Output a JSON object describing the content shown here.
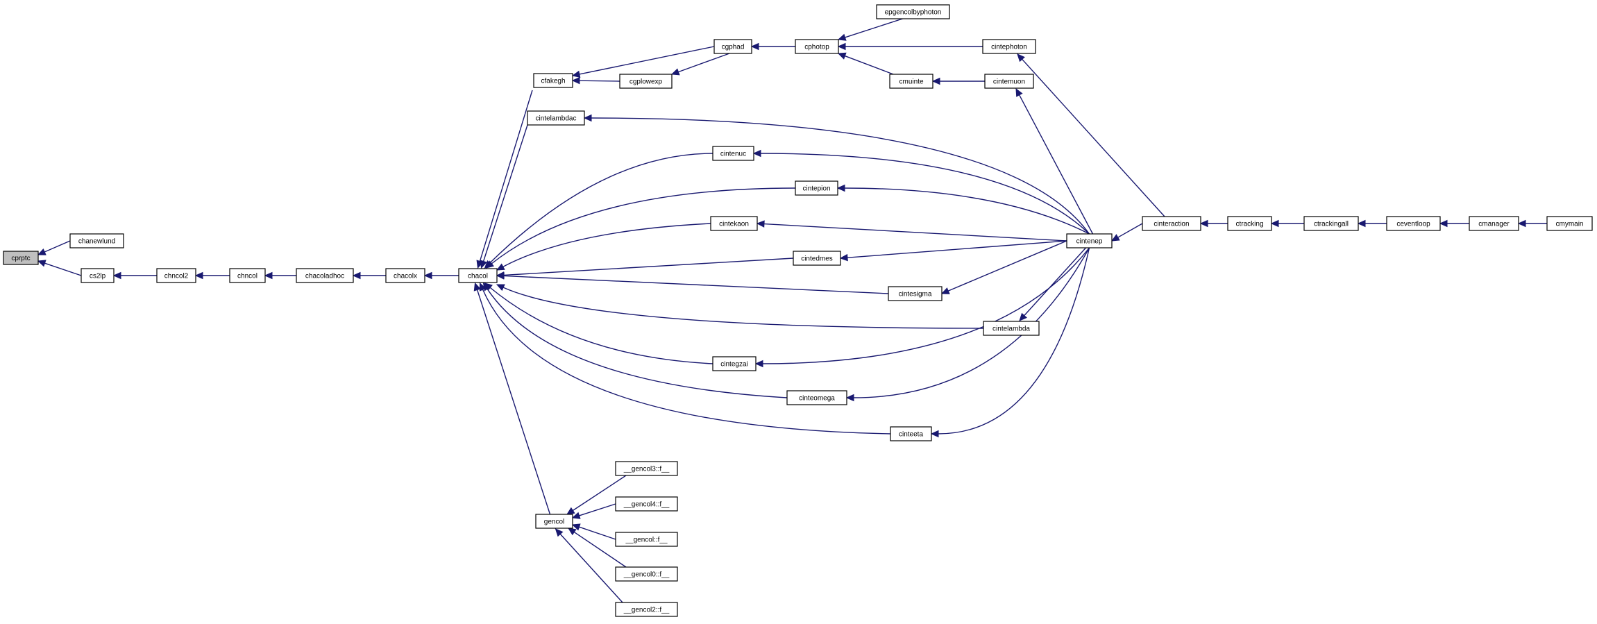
{
  "colors": {
    "edge": "#191970",
    "node_border": "#000000",
    "root_fill": "#bfbfbf",
    "node_fill": "#ffffff"
  },
  "nodes": [
    {
      "id": "cprptc",
      "label": "cprptc",
      "root": true
    },
    {
      "id": "chanewlund",
      "label": "chanewlund"
    },
    {
      "id": "cs2lp",
      "label": "cs2lp"
    },
    {
      "id": "chncol2",
      "label": "chncol2"
    },
    {
      "id": "chncol",
      "label": "chncol"
    },
    {
      "id": "chacoladhoc",
      "label": "chacoladhoc"
    },
    {
      "id": "chacolx",
      "label": "chacolx"
    },
    {
      "id": "chacol",
      "label": "chacol"
    },
    {
      "id": "cfakegh",
      "label": "cfakegh"
    },
    {
      "id": "cintelambdac",
      "label": "cintelambdac"
    },
    {
      "id": "cintenuc",
      "label": "cintenuc"
    },
    {
      "id": "cintepion",
      "label": "cintepion"
    },
    {
      "id": "cintekaon",
      "label": "cintekaon"
    },
    {
      "id": "cintedmes",
      "label": "cintedmes"
    },
    {
      "id": "cintesigma",
      "label": "cintesigma"
    },
    {
      "id": "cintelambda",
      "label": "cintelambda"
    },
    {
      "id": "cintegzai",
      "label": "cintegzai"
    },
    {
      "id": "cinteomega",
      "label": "cinteomega"
    },
    {
      "id": "cinteeta",
      "label": "cinteeta"
    },
    {
      "id": "gencol",
      "label": "gencol"
    },
    {
      "id": "gencol3",
      "label": "__gencol3::f__"
    },
    {
      "id": "gencol4",
      "label": "__gencol4::f__"
    },
    {
      "id": "gencolf",
      "label": "__gencol::f__"
    },
    {
      "id": "gencol0",
      "label": "__gencol0::f__"
    },
    {
      "id": "gencol2",
      "label": "__gencol2::f__"
    },
    {
      "id": "cgphad",
      "label": "cgphad"
    },
    {
      "id": "cgplowexp",
      "label": "cgplowexp"
    },
    {
      "id": "cphotop",
      "label": "cphotop"
    },
    {
      "id": "epgencolbyphoton",
      "label": "epgencolbyphoton"
    },
    {
      "id": "cmuinte",
      "label": "cmuinte"
    },
    {
      "id": "cintephoton",
      "label": "cintephoton"
    },
    {
      "id": "cintemuon",
      "label": "cintemuon"
    },
    {
      "id": "cintenep",
      "label": "cintenep"
    },
    {
      "id": "cinteraction",
      "label": "cinteraction"
    },
    {
      "id": "ctracking",
      "label": "ctracking"
    },
    {
      "id": "ctrackingall",
      "label": "ctrackingall"
    },
    {
      "id": "ceventloop",
      "label": "ceventloop"
    },
    {
      "id": "cmanager",
      "label": "cmanager"
    },
    {
      "id": "cmymain",
      "label": "cmymain"
    }
  ],
  "edges": [
    {
      "from": "chanewlund",
      "to": "cprptc"
    },
    {
      "from": "cs2lp",
      "to": "cprptc"
    },
    {
      "from": "chncol2",
      "to": "cs2lp"
    },
    {
      "from": "chncol",
      "to": "chncol2"
    },
    {
      "from": "chacoladhoc",
      "to": "chncol"
    },
    {
      "from": "chacolx",
      "to": "chacoladhoc"
    },
    {
      "from": "chacol",
      "to": "chacolx"
    },
    {
      "from": "cfakegh",
      "to": "chacol"
    },
    {
      "from": "cintelambdac",
      "to": "chacol"
    },
    {
      "from": "cintenuc",
      "to": "chacol"
    },
    {
      "from": "cintepion",
      "to": "chacol"
    },
    {
      "from": "cintekaon",
      "to": "chacol"
    },
    {
      "from": "cintedmes",
      "to": "chacol"
    },
    {
      "from": "cintesigma",
      "to": "chacol"
    },
    {
      "from": "cintelambda",
      "to": "chacol"
    },
    {
      "from": "cintegzai",
      "to": "chacol"
    },
    {
      "from": "cinteomega",
      "to": "chacol"
    },
    {
      "from": "cinteeta",
      "to": "chacol"
    },
    {
      "from": "gencol",
      "to": "chacol"
    },
    {
      "from": "gencol3",
      "to": "gencol"
    },
    {
      "from": "gencol4",
      "to": "gencol"
    },
    {
      "from": "gencolf",
      "to": "gencol"
    },
    {
      "from": "gencol0",
      "to": "gencol"
    },
    {
      "from": "gencol2",
      "to": "gencol"
    },
    {
      "from": "cgphad",
      "to": "cfakegh"
    },
    {
      "from": "cgplowexp",
      "to": "cfakegh"
    },
    {
      "from": "cgphad",
      "to": "cgplowexp"
    },
    {
      "from": "cphotop",
      "to": "cgphad"
    },
    {
      "from": "epgencolbyphoton",
      "to": "cphotop"
    },
    {
      "from": "cintephoton",
      "to": "cphotop"
    },
    {
      "from": "cmuinte",
      "to": "cphotop"
    },
    {
      "from": "cintemuon",
      "to": "cmuinte"
    },
    {
      "from": "cintenep",
      "to": "cintelambdac"
    },
    {
      "from": "cintenep",
      "to": "cintenuc"
    },
    {
      "from": "cintenep",
      "to": "cintepion"
    },
    {
      "from": "cintenep",
      "to": "cintekaon"
    },
    {
      "from": "cintenep",
      "to": "cintedmes"
    },
    {
      "from": "cintenep",
      "to": "cintesigma"
    },
    {
      "from": "cintenep",
      "to": "cintelambda"
    },
    {
      "from": "cintenep",
      "to": "cintegzai"
    },
    {
      "from": "cintenep",
      "to": "cinteomega"
    },
    {
      "from": "cintenep",
      "to": "cinteeta"
    },
    {
      "from": "cintenep",
      "to": "cintemuon"
    },
    {
      "from": "cinteraction",
      "to": "cintephoton"
    },
    {
      "from": "cinteraction",
      "to": "cintenep"
    },
    {
      "from": "ctracking",
      "to": "cinteraction"
    },
    {
      "from": "ctrackingall",
      "to": "ctracking"
    },
    {
      "from": "ceventloop",
      "to": "ctrackingall"
    },
    {
      "from": "cmanager",
      "to": "ceventloop"
    },
    {
      "from": "cmymain",
      "to": "cmanager"
    }
  ]
}
